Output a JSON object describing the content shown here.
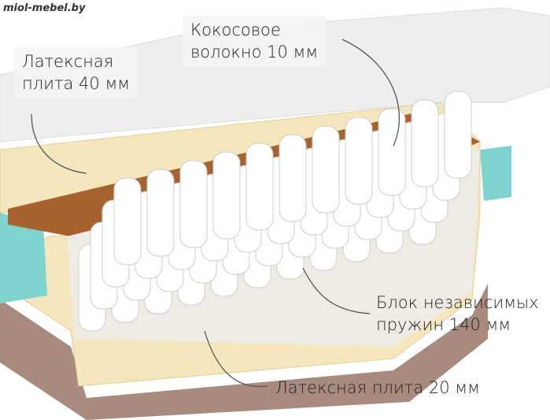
{
  "watermark": "miol-mebel.by",
  "labels": {
    "top_latex": [
      "Латексная",
      "плита 40 мм"
    ],
    "coconut": [
      "Кокосовое",
      "волокно 10 мм"
    ],
    "springs": [
      "Блок независимых",
      "пружин 140 мм"
    ],
    "bottom_latex": "Латексная плита  20 мм"
  },
  "colors": {
    "cover": "#f2f2f2",
    "latex": "#f4e6bd",
    "coconut": "#a8622e",
    "foam": "#7fd3cf",
    "base": "#a88a7e",
    "spring": "#ffffff"
  }
}
